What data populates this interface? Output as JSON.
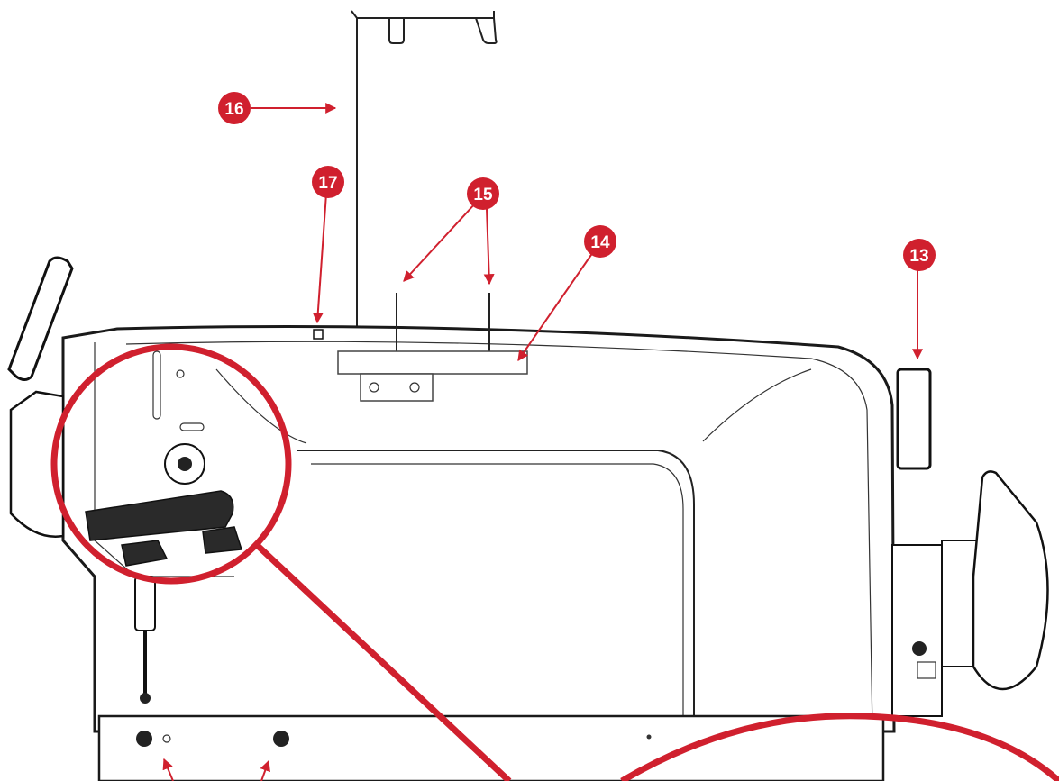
{
  "colors": {
    "accent_red": "#d0202e",
    "outline": "#1a1a1a",
    "background": "#ffffff"
  },
  "callouts": [
    {
      "id": "13",
      "label": "13"
    },
    {
      "id": "14",
      "label": "14"
    },
    {
      "id": "15",
      "label": "15"
    },
    {
      "id": "16",
      "label": "16"
    },
    {
      "id": "17",
      "label": "17"
    }
  ],
  "icons": {
    "magnifier_circle_top": "magnifier-circle-icon",
    "magnifier_circle_bottom": "magnifier-circle-icon"
  }
}
